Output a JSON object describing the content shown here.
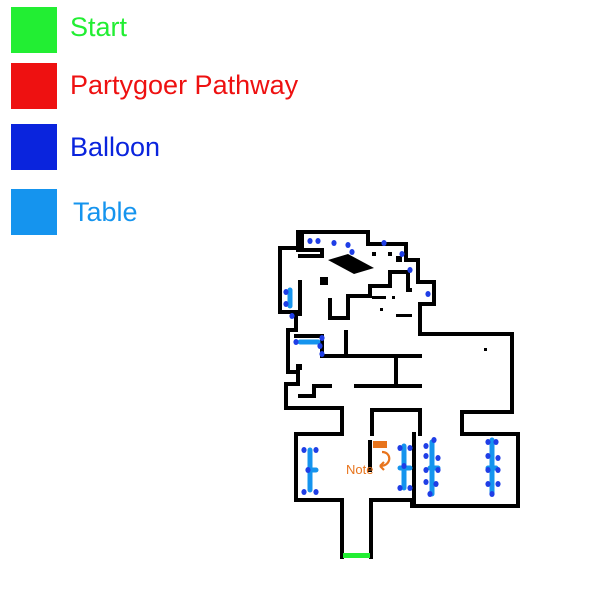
{
  "legend": {
    "items": [
      {
        "key": "start",
        "label": "Start",
        "color": "#22ee33"
      },
      {
        "key": "pathway",
        "label": "Partygoer Pathway",
        "color": "#ee1111"
      },
      {
        "key": "balloon",
        "label": "Balloon",
        "color": "#0a24dd"
      },
      {
        "key": "table",
        "label": "Table",
        "color": "#1594ee"
      }
    ]
  },
  "map": {
    "note_label": "Note",
    "colors": {
      "wall": "#000000",
      "start": "#22ee33",
      "balloon": "#1f3ee6",
      "table": "#1594ee",
      "note": "#e8741c"
    }
  }
}
